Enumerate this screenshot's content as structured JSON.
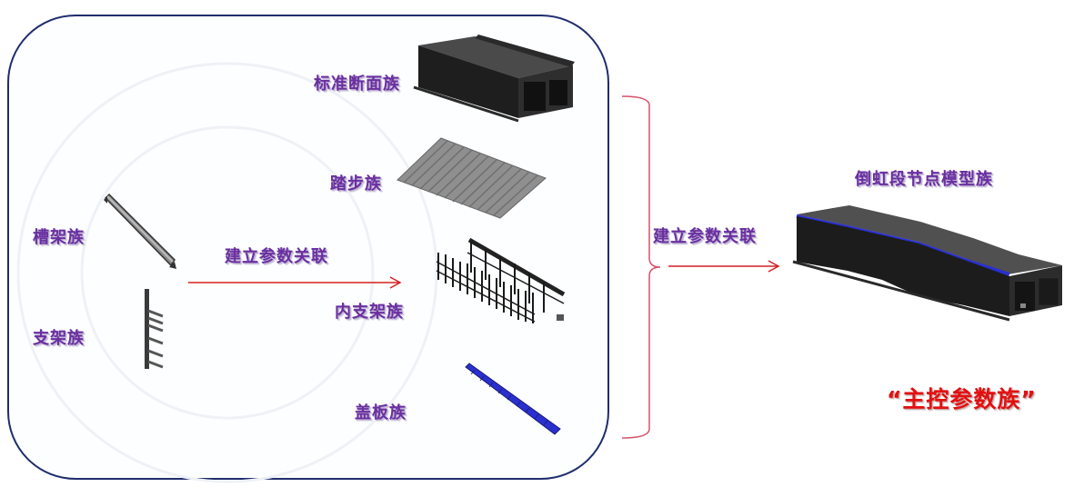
{
  "diagram": {
    "left_group": {
      "inputs": [
        {
          "id": "trough",
          "label": "槽架族"
        },
        {
          "id": "bracket",
          "label": "支架族"
        }
      ],
      "arrow_label": "建立参数关联",
      "outputs": [
        {
          "id": "standard-section",
          "label": "标准断面族"
        },
        {
          "id": "step",
          "label": "踏步族"
        },
        {
          "id": "inner-bracket",
          "label": "内支架族"
        },
        {
          "id": "cover-plate",
          "label": "盖板族"
        }
      ]
    },
    "brace_arrow_label": "建立参数关联",
    "result": {
      "label": "倒虹段节点模型族",
      "caption": "“主控参数族”"
    },
    "colors": {
      "label_purple": "#6a2fa0",
      "arrow_red": "#d42020",
      "box_border": "#1f2d6e",
      "caption_red": "#e31010",
      "cover_blue": "#2a2fd0"
    }
  }
}
